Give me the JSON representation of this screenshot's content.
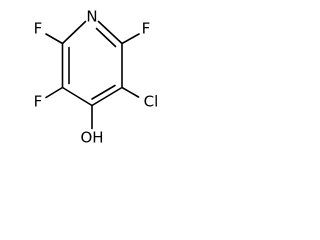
{
  "molecule": {
    "atoms": {
      "ring_n": "N",
      "fluorine_top_left": "F",
      "fluorine_top_right": "F",
      "fluorine_bottom_left": "F",
      "chlorine": "Cl",
      "hydroxyl": "OH"
    },
    "colors": {
      "bond": "#000000",
      "label": "#000000",
      "background": "#ffffff"
    }
  }
}
